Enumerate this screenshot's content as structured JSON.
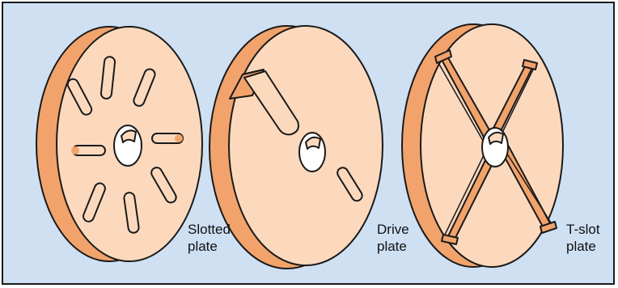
{
  "labels": {
    "slotted_line1": "Slotted",
    "slotted_line2": "plate",
    "drive_line1": "Drive",
    "drive_line2": "plate",
    "tslot_line1": "T-slot",
    "tslot_line2": "plate"
  },
  "colors": {
    "background": "#cfe0f3",
    "plate_face": "#fcd9bd",
    "plate_edge": "#f2a36b",
    "outline": "#1a1a1a",
    "hole": "#ffffff"
  }
}
